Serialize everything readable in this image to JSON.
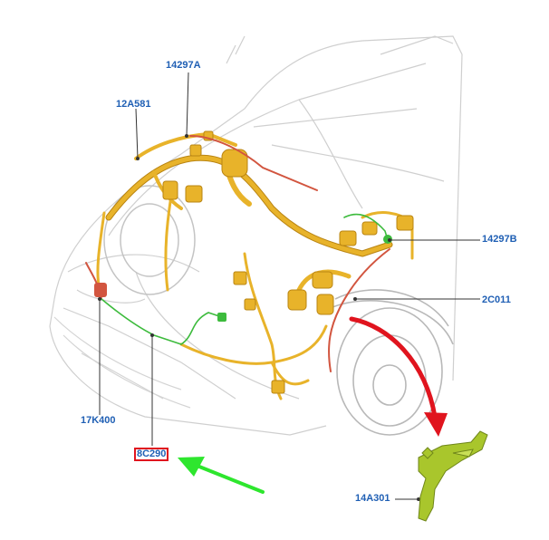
{
  "callouts": {
    "c14297a": "14297A",
    "c12a581": "12A581",
    "c14297b": "14297B",
    "c2c011": "2C011",
    "c17k400": "17K400",
    "c8c290": "8C290",
    "c14a301": "14A301"
  },
  "colors": {
    "label": "#1f5fb4",
    "harness_main": "#e8b32a",
    "harness_dark": "#b98412",
    "harness_red": "#d2553f",
    "harness_green": "#3dbb3d",
    "highlight_box": "#e0141e",
    "red_arrow": "#e0141e",
    "green_arrow": "#2ee62e",
    "bracket_part": "#a9c62c",
    "car_outline": "#c9c9c9"
  },
  "highlighted_callout": "8C290"
}
